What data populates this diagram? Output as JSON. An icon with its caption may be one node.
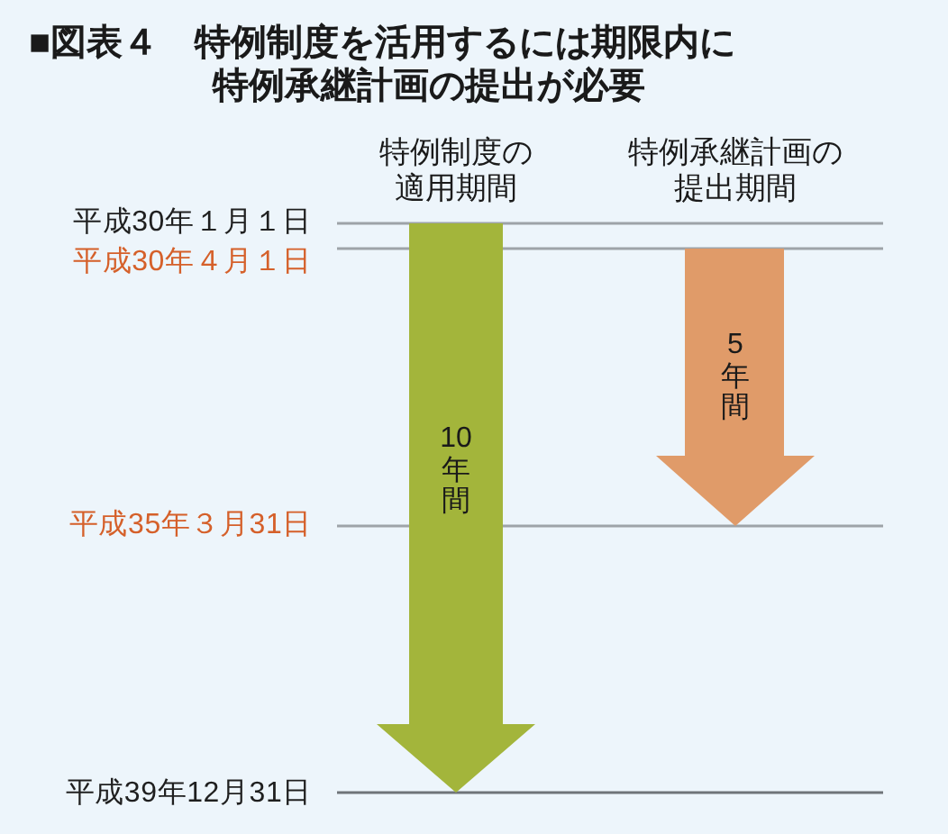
{
  "diagram": {
    "title": "■図表４　特例制度を活用するには期限内に特例承継計画の提出が必要",
    "nodes": [
      {
        "text": [
          "特例制度の適用期間",
          "10年間"
        ]
      },
      {
        "text": [
          "特例承継計画の提出期間",
          "5年間"
        ]
      }
    ],
    "labels": [
      "平成30年１月１日",
      "平成30年４月１日",
      "平成35年３月31日",
      "平成39年12月31日"
    ]
  }
}
